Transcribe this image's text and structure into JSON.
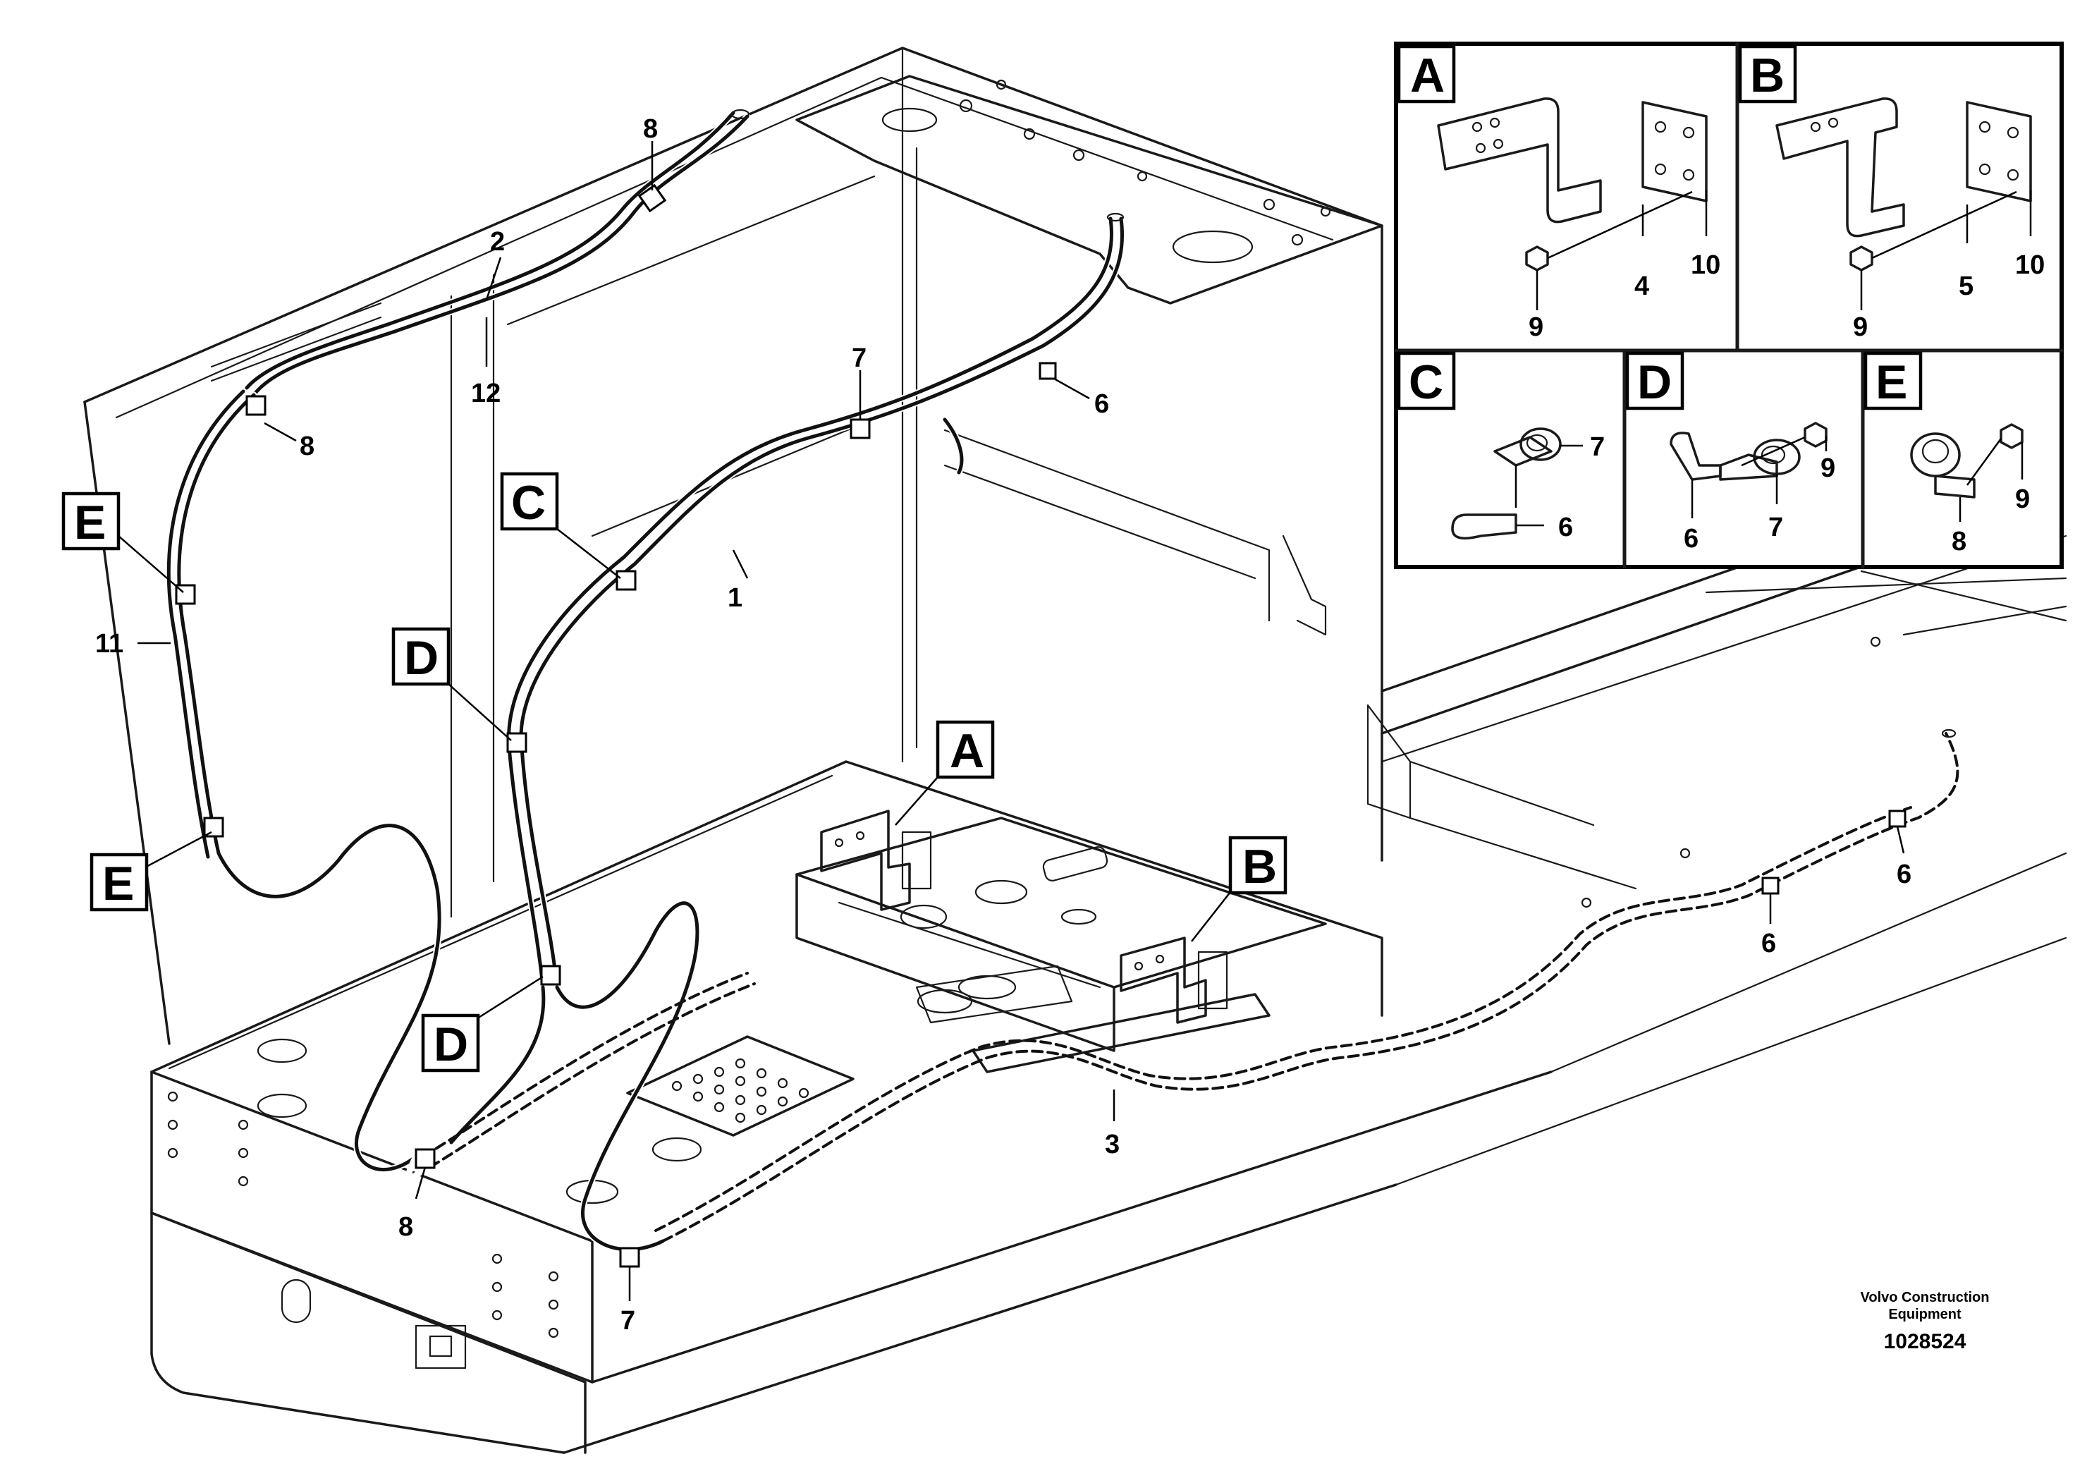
{
  "diagram": {
    "callouts": [
      {
        "id": "A",
        "label": "A"
      },
      {
        "id": "B",
        "label": "B"
      },
      {
        "id": "C",
        "label": "C"
      },
      {
        "id": "D",
        "label": "D"
      },
      {
        "id": "E",
        "label": "E"
      }
    ],
    "part_numbers": {
      "p1": "1",
      "p2": "2",
      "p3": "3",
      "p6a": "6",
      "p6b": "6",
      "p6c": "6",
      "p7a": "7",
      "p7b": "7",
      "p8a": "8",
      "p8b": "8",
      "p8c": "8",
      "p11": "11",
      "p12": "12"
    },
    "detail_panels": {
      "A": {
        "label": "A",
        "parts": [
          "9",
          "4",
          "10"
        ]
      },
      "B": {
        "label": "B",
        "parts": [
          "9",
          "5",
          "10"
        ]
      },
      "C": {
        "label": "C",
        "parts": [
          "7",
          "6"
        ]
      },
      "D": {
        "label": "D",
        "parts": [
          "9",
          "6",
          "7"
        ]
      },
      "E": {
        "label": "E",
        "parts": [
          "9",
          "8"
        ]
      }
    },
    "credit_line1": "Volvo Construction",
    "credit_line2": "Equipment",
    "document_id": "1028524"
  }
}
